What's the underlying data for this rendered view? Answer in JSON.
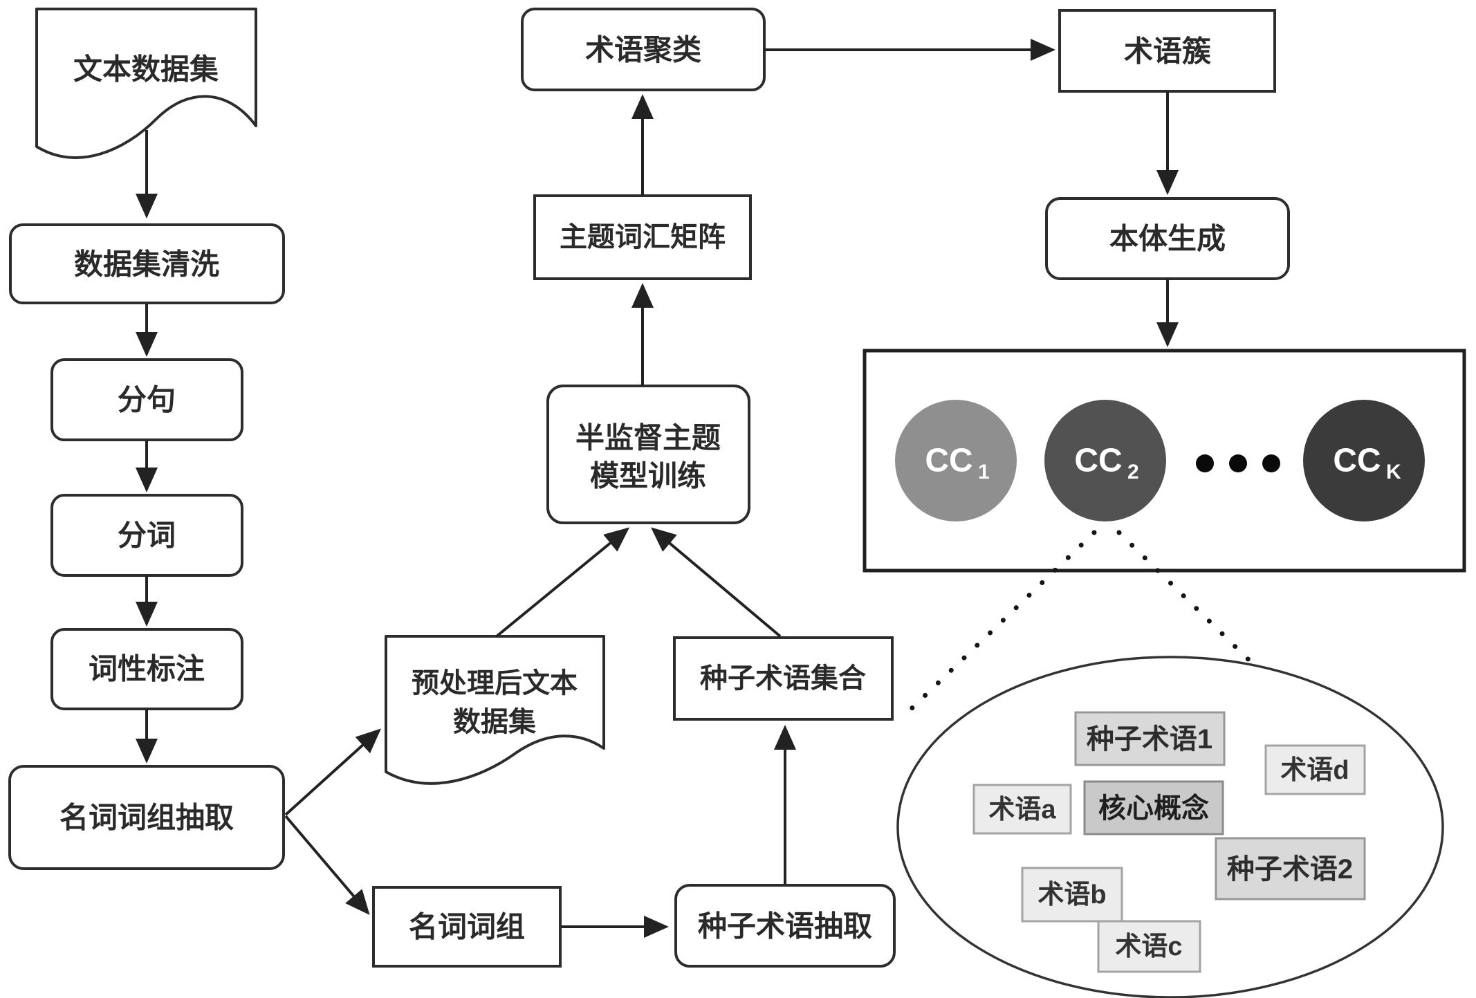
{
  "nodes": {
    "text_dataset": "文本数据集",
    "dataset_cleaning": "数据集清洗",
    "sentence_split": "分句",
    "word_seg": "分词",
    "pos_tagging": "词性标注",
    "noun_phrase_extraction": "名词词组抽取",
    "term_clustering": "术语聚类",
    "term_cluster_family": "术语簇",
    "topic_word_matrix": "主题词汇矩阵",
    "semi_supervised": {
      "line1": "半监督主题",
      "line2": "模型训练"
    },
    "preprocessed_dataset": {
      "line1": "预处理后文本",
      "line2": "数据集"
    },
    "seed_term_set": "种子术语集合",
    "noun_phrase": "名词词组",
    "seed_term_extraction": "种子术语抽取",
    "ontology_generation": "本体生成"
  },
  "clusters": {
    "cc1": {
      "main": "CC",
      "sub": "1"
    },
    "cc2": {
      "main": "CC",
      "sub": "2"
    },
    "cck": {
      "main": "CC",
      "sub": "K"
    }
  },
  "ellipse_terms": {
    "seed_term_1": "种子术语1",
    "term_d": "术语d",
    "term_a": "术语a",
    "core_concept": "核心概念",
    "seed_term_2": "种子术语2",
    "term_b": "术语b",
    "term_c": "术语c"
  },
  "colors": {
    "line": "#222222",
    "box_border": "#2d2d2d",
    "cc1_fill": "#8f8f8f",
    "cc2_fill": "#525252",
    "cck_fill": "#3b3b3b",
    "seed_fill": "#d9d9d9",
    "term_fill": "#ececec",
    "core_fill": "#c9c9c9"
  }
}
